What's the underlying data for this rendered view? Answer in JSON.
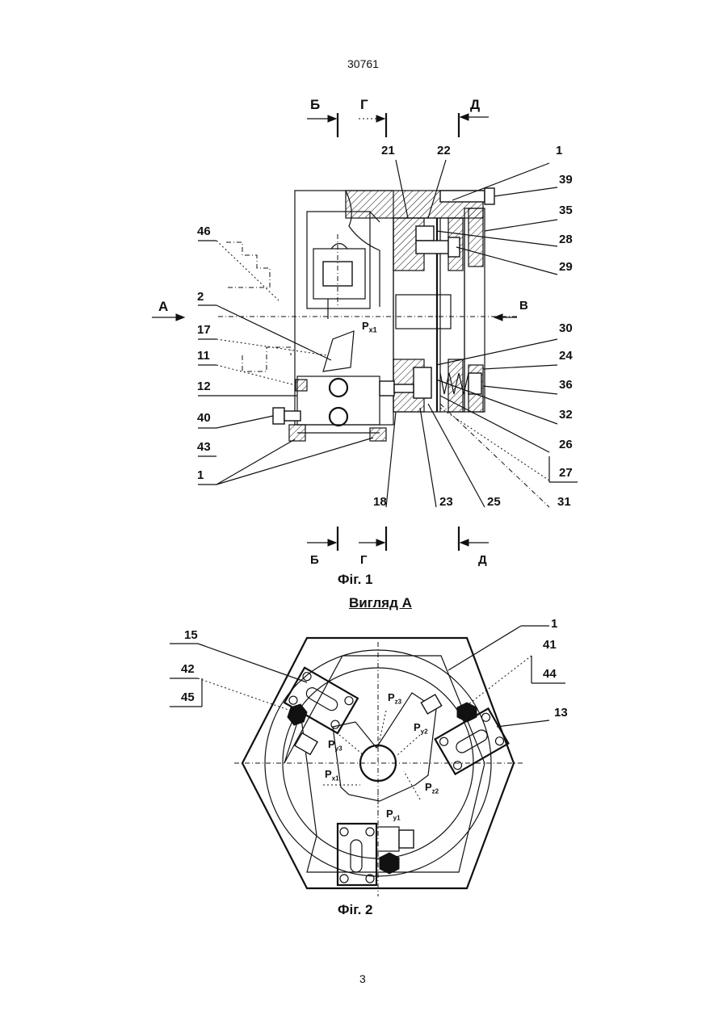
{
  "page_header": "30761",
  "page_footer": "3",
  "figure1": {
    "caption": "Фіг. 1",
    "section_marks_top": [
      "Б",
      "Г",
      "Д"
    ],
    "section_marks_bottom": [
      "Б",
      "Г",
      "Д"
    ],
    "view_arrow": "A",
    "right_arrow": "B",
    "force_label": "P",
    "force_sub": "x1",
    "callouts_left": [
      "46",
      "2",
      "17",
      "11",
      "12",
      "40",
      "43",
      "1"
    ],
    "callouts_top": [
      "21",
      "22",
      "1"
    ],
    "callouts_right": [
      "39",
      "35",
      "28",
      "29",
      "30",
      "24",
      "36",
      "32",
      "26",
      "27"
    ],
    "callouts_bottom": [
      "18",
      "23",
      "25",
      "31"
    ]
  },
  "figure2": {
    "caption": "Фіг. 2",
    "title": "Вигляд А",
    "callouts": [
      "1",
      "15",
      "42",
      "45",
      "41",
      "44",
      "13"
    ],
    "forces": [
      {
        "label": "P",
        "sub": "z3"
      },
      {
        "label": "P",
        "sub": "y2"
      },
      {
        "label": "P",
        "sub": "y3"
      },
      {
        "label": "P",
        "sub": "x1"
      },
      {
        "label": "P",
        "sub": "z2"
      },
      {
        "label": "P",
        "sub": "y1"
      }
    ]
  }
}
